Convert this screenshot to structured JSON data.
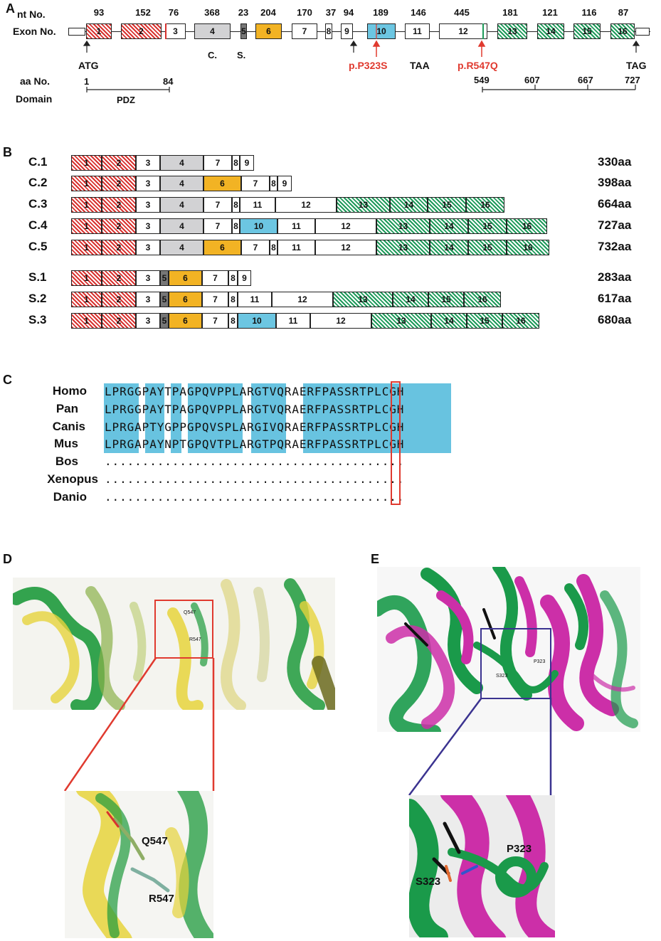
{
  "panelA": {
    "label": "A",
    "nt_label": "nt No.",
    "exon_label": "Exon No.",
    "nt_numbers": [
      "93",
      "152",
      "76",
      "368",
      "23",
      "204",
      "170",
      "37",
      "94",
      "189",
      "146",
      "445",
      "181",
      "121",
      "116",
      "87"
    ],
    "exons": [
      "1",
      "2",
      "3",
      "4",
      "5",
      "6",
      "7",
      "8",
      "9",
      "10",
      "11",
      "12",
      "13",
      "14",
      "15",
      "16"
    ],
    "markers": {
      "atg": "ATG",
      "c": "C.",
      "s": "S.",
      "p323": "p.P323S",
      "taa": "TAA",
      "r547": "p.R547Q",
      "tag": "TAG"
    },
    "aa_label": "aa No.",
    "domain_label": "Domain",
    "aa_numbers": {
      "a1": "1",
      "a84": "84",
      "a549": "549",
      "a607": "607",
      "a667": "667",
      "a727": "727"
    },
    "pdz": "PDZ",
    "colors": {
      "red": "#d8322f",
      "green": "#1e9a5a",
      "orange": "#f2b324",
      "blue": "#6cc6e2",
      "grey": "#d2d2d4"
    }
  },
  "panelB": {
    "label": "B",
    "isoforms": [
      {
        "name": "C.1",
        "aa": "330aa"
      },
      {
        "name": "C.2",
        "aa": "398aa"
      },
      {
        "name": "C.3",
        "aa": "664aa"
      },
      {
        "name": "C.4",
        "aa": "727aa"
      },
      {
        "name": "C.5",
        "aa": "732aa"
      },
      {
        "name": "S.1",
        "aa": "283aa"
      },
      {
        "name": "S.2",
        "aa": "617aa"
      },
      {
        "name": "S.3",
        "aa": "680aa"
      }
    ]
  },
  "panelC": {
    "label": "C",
    "species": [
      {
        "name": "Homo",
        "seq": "LPRGGPAYTPAGPQVPPLARGTVQRAERFPASSRTPLCGH"
      },
      {
        "name": "Pan",
        "seq": "LPRGGPAYTPAGPQVPPLARGTVQRAERFPASSRTPLCGH"
      },
      {
        "name": "Canis",
        "seq": "LPRGAPTYGPPGPQVSPLARGIVQRAERFPASSRTPLCGH"
      },
      {
        "name": "Mus",
        "seq": "LPRGAPAYNPTGPQVTPLARGTPQRAERFPASSRTPLCGH"
      },
      {
        "name": "Bos",
        "seq": "........................................"
      },
      {
        "name": "Xenopus",
        "seq": "........................................"
      },
      {
        "name": "Danio",
        "seq": "........................................"
      }
    ]
  },
  "panelD": {
    "label": "D",
    "q547": "Q547",
    "r547": "R547",
    "colors": {
      "green": "#1e9a3c",
      "yellow": "#e6d33c",
      "box": "#e03a2f"
    }
  },
  "panelE": {
    "label": "E",
    "p323": "P323",
    "s323": "S323",
    "colors": {
      "green": "#1a9a4a",
      "magenta": "#cc2fa8",
      "box": "#3b3390"
    }
  }
}
